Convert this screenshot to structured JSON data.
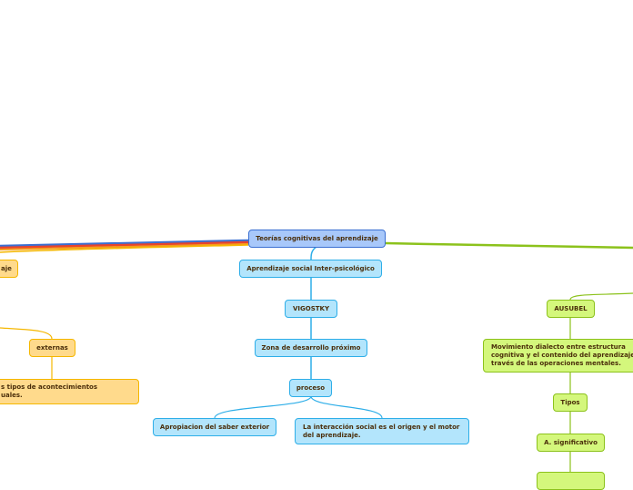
{
  "root": "Teorías cognitivas del aprendizaje",
  "vigotsky_branch": {
    "n1": "Aprendizaje social Inter-psicológico",
    "n2": "VIGOSTKY",
    "n3": "Zona de desarrollo próximo",
    "n4": "proceso",
    "n5a": "Apropiacion del saber exterior",
    "n5b_l1": "La interacción social es el origen y el motor",
    "n5b_l2": "del aprendizaje."
  },
  "orange_branch": {
    "n1": "aje",
    "n2": "externas",
    "n3_l1": "s tipos de acontecimientos",
    "n3_l2": "uales."
  },
  "ausubel_branch": {
    "n1": "AUSUBEL",
    "n2_l1": "Movimiento dialecto entre estructura",
    "n2_l2": "cognitiva y el contenido del aprendizaje",
    "n2_l3": "través de las operaciones mentales.",
    "n3": "Tipos",
    "n4": "A. significativo"
  },
  "colors": {
    "blue": "#2eaee8",
    "orange": "#f5b700",
    "green": "#8cc21c",
    "root": "#3a6fd2",
    "red": "#e8442c"
  }
}
